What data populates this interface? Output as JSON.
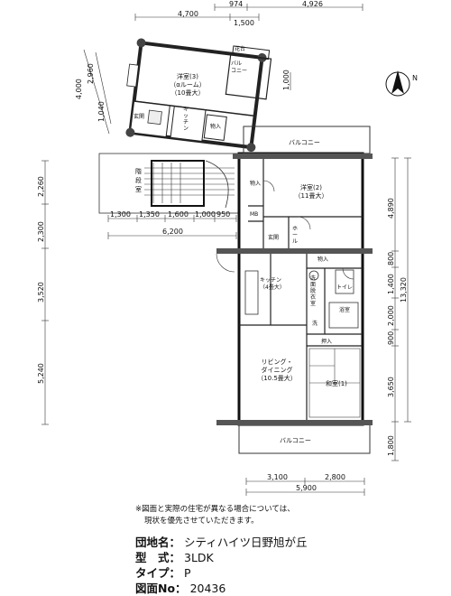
{
  "dims": {
    "top": [
      "4,700",
      "1,500",
      "974",
      "4,926"
    ],
    "left_upper": [
      "4,000",
      "2,960",
      "1,040"
    ],
    "left_main": [
      "2,260",
      "2,300",
      "3,520",
      "5,240"
    ],
    "right_main": [
      "4,890",
      "800",
      "1,400",
      "2,000",
      "900",
      "3,650",
      "1,800"
    ],
    "right_total": "13,320",
    "right_top": "1,000",
    "stair_sub": [
      "1,300",
      "1,350",
      "1,600",
      "1,000",
      "950"
    ],
    "stair_total": "6,200",
    "bottom_sub": [
      "3,100",
      "2,800"
    ],
    "bottom_total": "5,900"
  },
  "rooms": {
    "yoshitsu3": [
      "洋室(3)",
      "（αルーム）",
      "（10畳大）"
    ],
    "hanadai": "花台",
    "balcony_small": [
      "バル",
      "コニー"
    ],
    "genkan_upper": "玄関",
    "kitchen_upper": [
      "キ",
      "ッ",
      "チ",
      "ン"
    ],
    "monoire_upper": "物入",
    "balcony": "バルコニー",
    "stairs": [
      "階",
      "段",
      "室"
    ],
    "monoire_a": "物入",
    "yoshitsu2": [
      "洋室(2)",
      "（11畳大）"
    ],
    "mb": "MB",
    "genkan": "玄関",
    "hall": [
      "ホ",
      "ー",
      "ル"
    ],
    "monoire_b": "物入",
    "kitchen": [
      "キッチン",
      "（4畳大）"
    ],
    "senmen": [
      "洗",
      "面",
      "脱",
      "衣",
      "室"
    ],
    "toilet": "トイレ",
    "yokushitsu": "浴室",
    "sen": "洗",
    "oshiire": "押入",
    "living": [
      "リビング・",
      "ダイニング",
      "（10.5畳大）"
    ],
    "washitsu1": "和室(1)",
    "balcony_bottom": "バルコニー"
  },
  "compass": "N",
  "note": [
    "※図面と実際の住宅が異なる場合については、",
    "現状を優先させていただきます。"
  ],
  "info": [
    {
      "label": "団地名：",
      "value": "シティハイツ日野旭が丘"
    },
    {
      "label": "型　式：",
      "value": "3LDK"
    },
    {
      "label": "タイプ：",
      "value": "P"
    },
    {
      "label": "図面No：",
      "value": "20436"
    }
  ]
}
